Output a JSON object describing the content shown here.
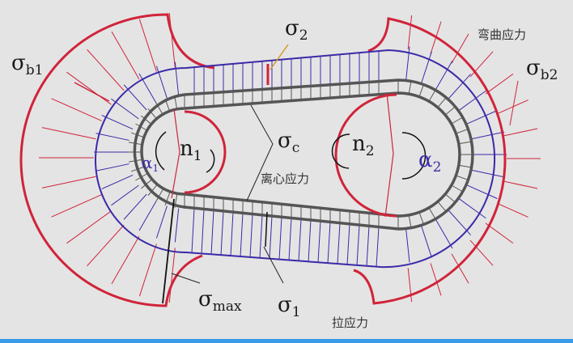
{
  "colors": {
    "bending_stress": "#d0243a",
    "tension_stress": "#3a2aa8",
    "belt": "#555555",
    "leader_sigma2": "#d99a2a",
    "background": "#e4e4e4"
  },
  "labels": {
    "sigma_b1": {
      "symbol": "σ",
      "sub": "b1"
    },
    "sigma_2": {
      "symbol": "σ",
      "sub": "2"
    },
    "sigma_b2": {
      "symbol": "σ",
      "sub": "b2"
    },
    "sigma_c": {
      "symbol": "σ",
      "sub": "c"
    },
    "sigma_max": {
      "symbol": "σ",
      "sub": "max"
    },
    "sigma_1": {
      "symbol": "σ",
      "sub": "1"
    },
    "n1": {
      "symbol": "n",
      "sub": "1"
    },
    "n2": {
      "symbol": "n",
      "sub": "2"
    },
    "alpha1": {
      "symbol": "α",
      "sub": "1"
    },
    "alpha2": {
      "symbol": "α",
      "sub": "2"
    },
    "bending_stress_text": "弯曲应力",
    "centrifugal_stress_text": "离心应力",
    "tensile_stress_text": "拉应力"
  }
}
